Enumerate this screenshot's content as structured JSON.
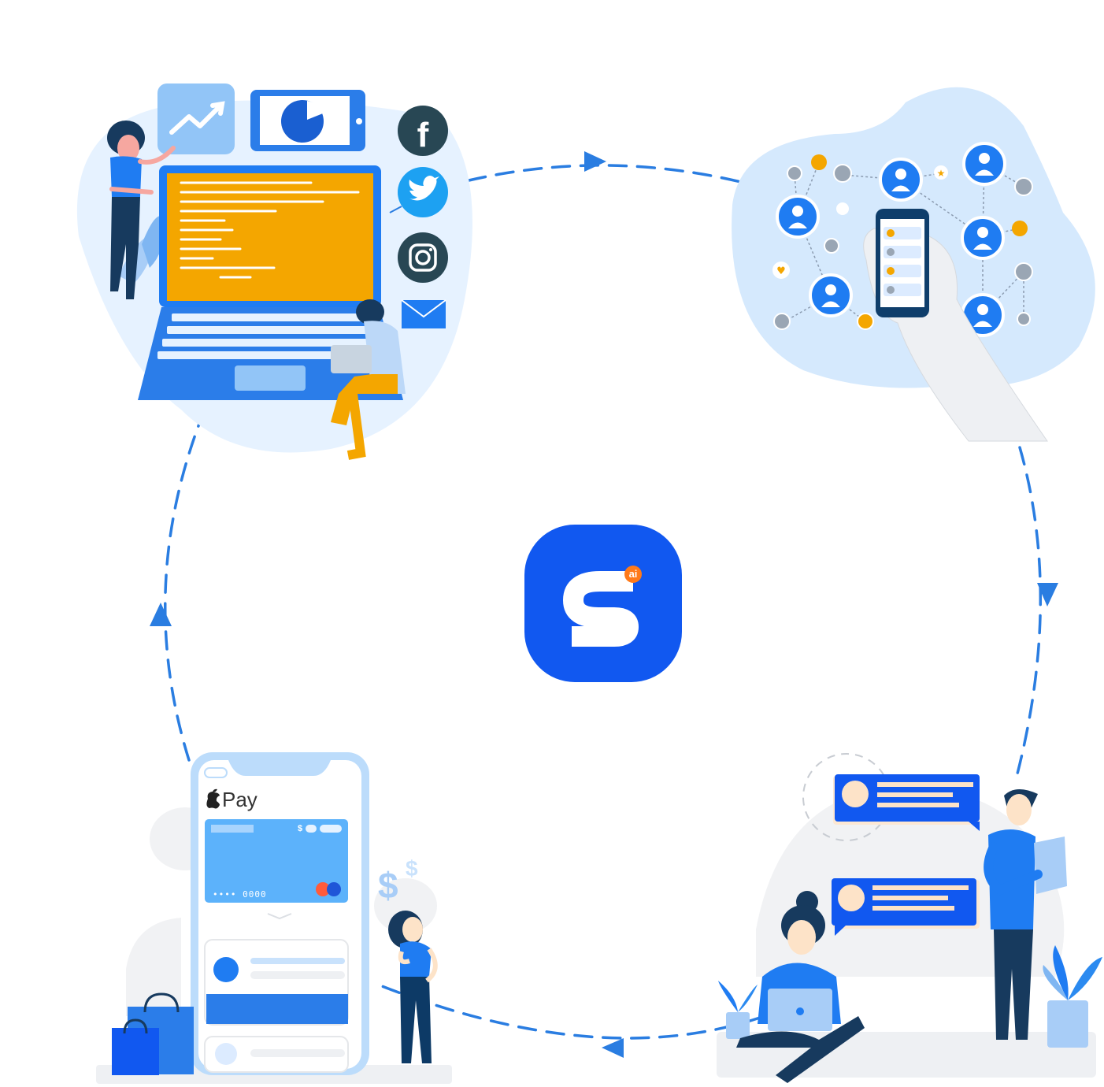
{
  "logo": {
    "letter": "S",
    "badge": "ai",
    "brand_color": "#1158f0",
    "badge_color": "#ff7a1a"
  },
  "flow": {
    "direction": "clockwise",
    "arrow_color": "#2a7de1",
    "stages": [
      {
        "id": "marketing",
        "icons": [
          "trend-chart-icon",
          "pie-chart-icon",
          "facebook-icon",
          "twitter-icon",
          "instagram-icon",
          "mail-icon",
          "laptop-icon"
        ]
      },
      {
        "id": "social-network",
        "icons": [
          "smartphone-icon",
          "user-avatar-icon",
          "thumbs-up-icon",
          "heart-icon",
          "dollar-icon",
          "star-icon"
        ]
      },
      {
        "id": "support-chat",
        "icons": [
          "chat-bubble-icon",
          "laptop-icon",
          "tablet-icon",
          "plant-icon"
        ]
      },
      {
        "id": "payment",
        "icons": [
          "smartphone-icon",
          "credit-card-icon",
          "shopping-bag-icon",
          "dollar-icon"
        ]
      }
    ]
  },
  "payment": {
    "wallet_label": "Pay",
    "card_number": "•••• 0000",
    "currency": "$"
  },
  "colors": {
    "primary_blue": "#1f7cf2",
    "light_blue": "#dcebff",
    "orange": "#f4a300",
    "dark_navy": "#0d3a66"
  }
}
